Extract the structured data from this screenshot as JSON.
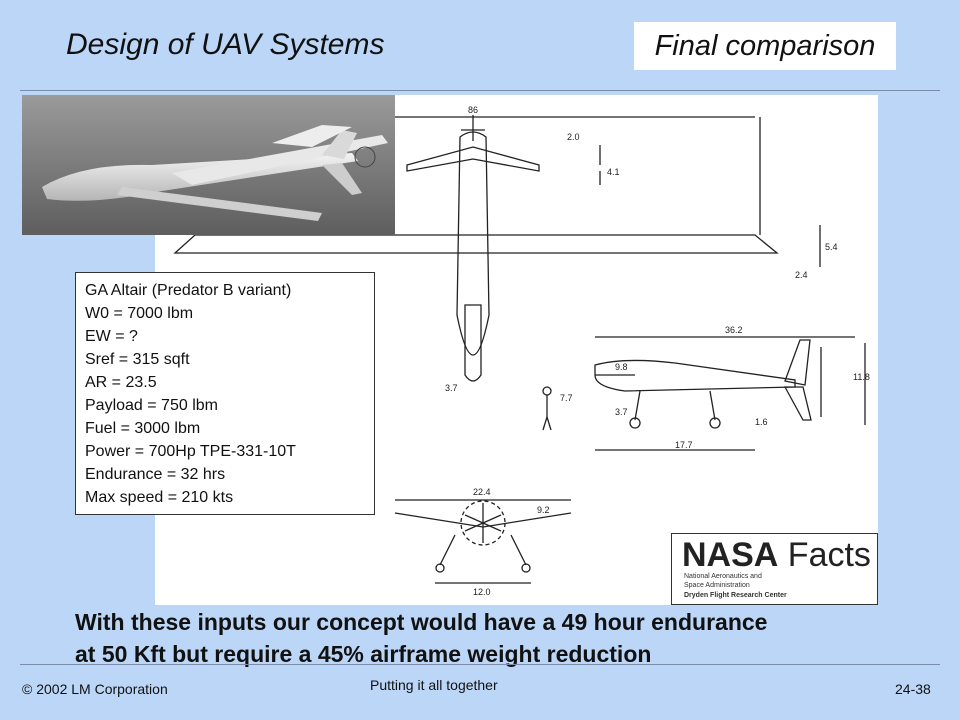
{
  "header": {
    "title": "Design of UAV Systems",
    "section_label": "Final comparison"
  },
  "specs": {
    "lines": [
      "GA Altair (Predator B variant)",
      "W0 = 7000 lbm",
      "EW = ?",
      "Sref = 315 sqft",
      "AR = 23.5",
      "Payload = 750 lbm",
      "Fuel = 3000 lbm",
      "Power = 700Hp TPE-331-10T",
      "Endurance = 32 hrs",
      "Max speed = 210 kts"
    ]
  },
  "drawing": {
    "dims": {
      "span": "86",
      "d1": "2.0",
      "d2": "4.1",
      "d3": "5.4",
      "d4": "2.4",
      "length": "36.2",
      "d5": "9.8",
      "height": "11.8",
      "d6": "7.7",
      "d7": "3.7",
      "d8": "1.6",
      "d9": "17.7",
      "d10": "3.7",
      "d11": "22.4",
      "d12": "9.2",
      "d13": "12.0"
    }
  },
  "nasa_badge": {
    "logo_bold": "NASA",
    "logo_light": "Facts",
    "agency_line1": "National Aeronautics and",
    "agency_line2": "Space Administration",
    "center": "Dryden Flight Research Center"
  },
  "summary": {
    "line1": "With these inputs our concept would have a 49 hour endurance",
    "line2": "at 50 Kft but require a 45% airframe weight reduction"
  },
  "footer": {
    "copyright": "© 2002 LM Corporation",
    "center": "Putting it all together",
    "page": "24-38"
  },
  "colors": {
    "background": "#bcd6f7",
    "rule": "#7a8ca8"
  }
}
